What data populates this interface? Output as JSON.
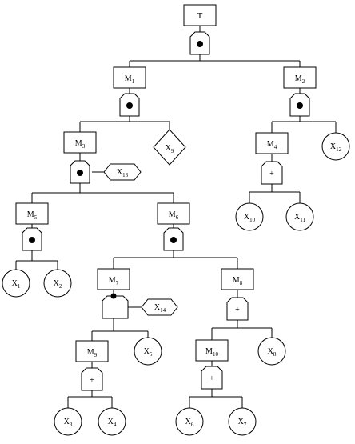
{
  "fault_tree": {
    "top_event": {
      "label": "T"
    },
    "events": [
      {
        "id": "M1",
        "base": "M",
        "sub": "1"
      },
      {
        "id": "M2",
        "base": "M",
        "sub": "2"
      },
      {
        "id": "M3",
        "base": "M",
        "sub": "3"
      },
      {
        "id": "M4",
        "base": "M",
        "sub": "4"
      },
      {
        "id": "M5",
        "base": "M",
        "sub": "5"
      },
      {
        "id": "M6",
        "base": "M",
        "sub": "6"
      },
      {
        "id": "M7",
        "base": "M",
        "sub": "7"
      },
      {
        "id": "M8",
        "base": "M",
        "sub": "8"
      },
      {
        "id": "M9",
        "base": "M",
        "sub": "9"
      },
      {
        "id": "M10",
        "base": "M",
        "sub": "10"
      }
    ],
    "basic_events": [
      {
        "id": "X1",
        "base": "X",
        "sub": "1"
      },
      {
        "id": "X2",
        "base": "X",
        "sub": "2"
      },
      {
        "id": "X3",
        "base": "X",
        "sub": "3"
      },
      {
        "id": "X4",
        "base": "X",
        "sub": "4"
      },
      {
        "id": "X5",
        "base": "X",
        "sub": "5"
      },
      {
        "id": "X6",
        "base": "X",
        "sub": "6"
      },
      {
        "id": "X7",
        "base": "X",
        "sub": "7"
      },
      {
        "id": "X8",
        "base": "X",
        "sub": "8"
      },
      {
        "id": "X10",
        "base": "X",
        "sub": "10"
      },
      {
        "id": "X11",
        "base": "X",
        "sub": "11"
      },
      {
        "id": "X12",
        "base": "X",
        "sub": "12"
      }
    ],
    "undeveloped_events": [
      {
        "id": "X9",
        "base": "X",
        "sub": "9"
      }
    ],
    "house_events": [
      {
        "id": "X13",
        "base": "X",
        "sub": "13"
      },
      {
        "id": "X14",
        "base": "X",
        "sub": "14"
      }
    ],
    "gates": [
      {
        "id": "G_T",
        "type": "and",
        "symbol": ""
      },
      {
        "id": "G_M1",
        "type": "and",
        "symbol": ""
      },
      {
        "id": "G_M2",
        "type": "and",
        "symbol": ""
      },
      {
        "id": "G_M3",
        "type": "and",
        "symbol": ""
      },
      {
        "id": "G_M4",
        "type": "or",
        "symbol": "+"
      },
      {
        "id": "G_M5",
        "type": "and",
        "symbol": ""
      },
      {
        "id": "G_M6",
        "type": "and",
        "symbol": ""
      },
      {
        "id": "G_M7",
        "type": "priority-and",
        "symbol": ""
      },
      {
        "id": "G_M8",
        "type": "or",
        "symbol": "+"
      },
      {
        "id": "G_M9",
        "type": "or",
        "symbol": "+"
      },
      {
        "id": "G_M10",
        "type": "or",
        "symbol": "+"
      }
    ],
    "colors": {
      "line": "#000000",
      "fill": "#ffffff"
    }
  }
}
